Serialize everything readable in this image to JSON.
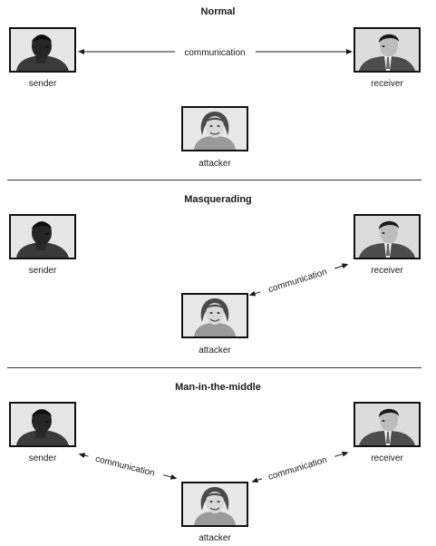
{
  "panels": {
    "normal": {
      "title": "Normal",
      "sender_label": "sender",
      "receiver_label": "receiver",
      "attacker_label": "attacker",
      "link_label": "communication"
    },
    "masquerading": {
      "title": "Masquerading",
      "sender_label": "sender",
      "receiver_label": "receiver",
      "attacker_label": "attacker",
      "link_label": "communication"
    },
    "mitm": {
      "title": "Man-in-the-middle",
      "sender_label": "sender",
      "receiver_label": "receiver",
      "attacker_label": "attacker",
      "link_left_label": "communication",
      "link_right_label": "communication"
    }
  },
  "icons": {
    "sender": "sender-portrait-icon",
    "receiver": "receiver-portrait-icon",
    "attacker": "attacker-portrait-icon"
  }
}
